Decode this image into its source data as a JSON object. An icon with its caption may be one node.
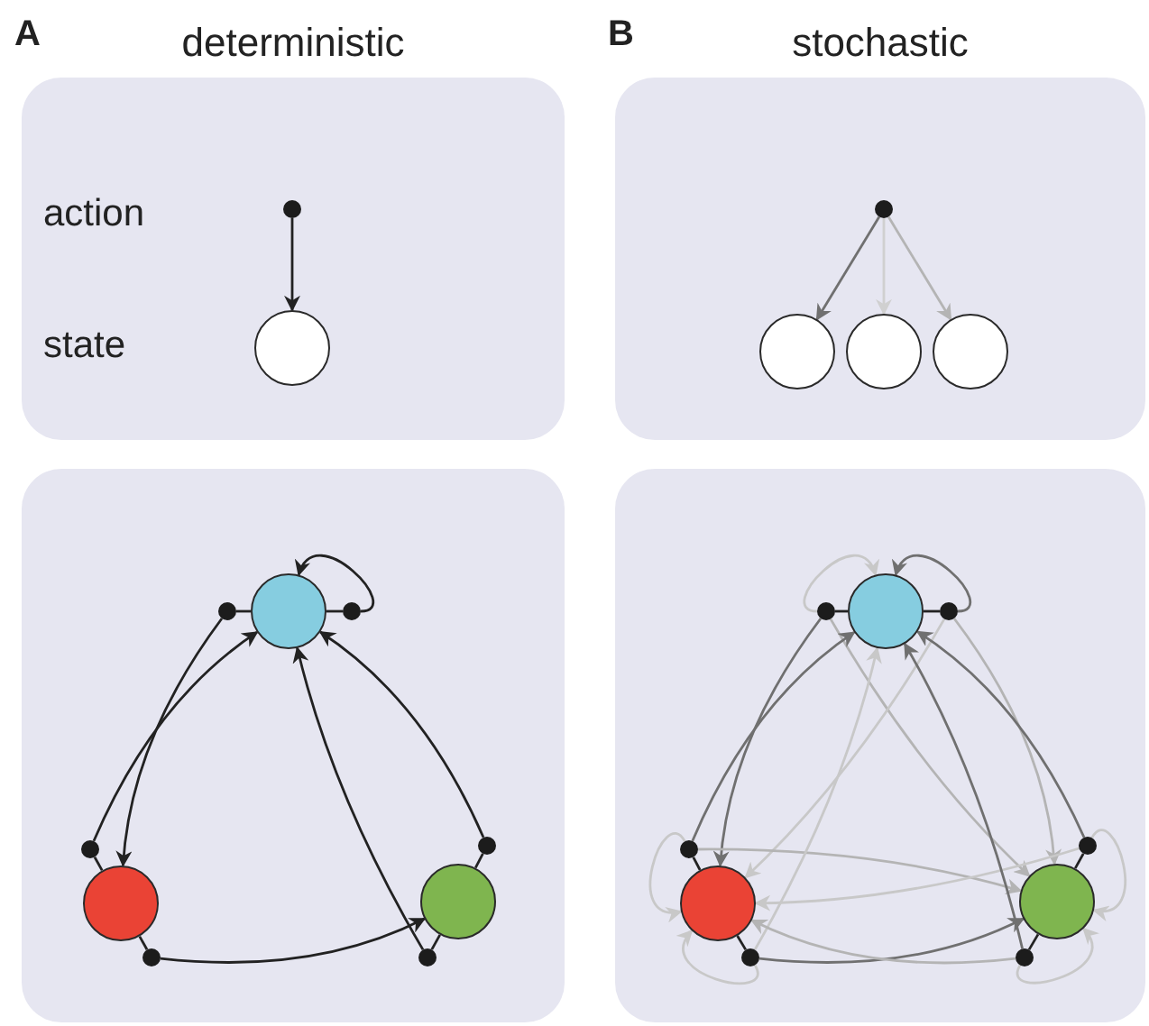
{
  "diagram": {
    "nodes": [
      {
        "text": [
          "deterministic"
        ]
      },
      {
        "text": [],
        "shape": "circle",
        "in": 0
      },
      {
        "text": [],
        "shape": "circle",
        "in": 0
      },
      {
        "text": [
          "stochastic"
        ]
      },
      {
        "text": [],
        "shape": "circle",
        "in": 3
      },
      {
        "text": [],
        "shape": "circle",
        "in": 3
      },
      {
        "text": [],
        "shape": "circle",
        "in": 3
      },
      {
        "text": [],
        "shape": "circle",
        "in": 3
      },
      {
        "text": [],
        "shape": "box"
      },
      {
        "text": [],
        "shape": "circle",
        "in": 8
      },
      {
        "text": [],
        "shape": "circle",
        "in": 8
      },
      {
        "text": [],
        "shape": "circle",
        "in": 8
      },
      {
        "text": [],
        "shape": "circle",
        "in": 8
      },
      {
        "text": [],
        "shape": "circle",
        "in": 8
      },
      {
        "text": [],
        "shape": "circle",
        "in": 8
      },
      {
        "text": [],
        "shape": "circle",
        "in": 8
      },
      {
        "text": [],
        "shape": "circle",
        "in": 8
      },
      {
        "text": [],
        "shape": "circle",
        "in": 8
      },
      {
        "text": [],
        "shape": "box"
      },
      {
        "text": [],
        "shape": "circle",
        "in": 18
      },
      {
        "text": [],
        "shape": "circle",
        "in": 18
      },
      {
        "text": [],
        "shape": "circle",
        "in": 18
      },
      {
        "text": [],
        "shape": "circle",
        "in": 18
      },
      {
        "text": [],
        "shape": "circle",
        "in": 18
      },
      {
        "text": [],
        "shape": "circle",
        "in": 18
      },
      {
        "text": [],
        "shape": "circle",
        "in": 18
      },
      {
        "text": [],
        "shape": "circle",
        "in": 18
      },
      {
        "text": [],
        "shape": "circle",
        "in": 18
      }
    ],
    "edges": [
      {
        "from": 1,
        "to": 2,
        "arrow": "to"
      },
      {
        "from": 4,
        "to": 5,
        "arrow": "to",
        "color": "#707070"
      },
      {
        "from": 4,
        "to": 6,
        "arrow": "to",
        "color": "#d0d0d0"
      },
      {
        "from": 4,
        "to": 7,
        "arrow": "to",
        "color": "#b4b4b4"
      },
      {
        "from": 9,
        "to": 12,
        "arrow": "none"
      },
      {
        "from": 9,
        "to": 13,
        "arrow": "none"
      },
      {
        "from": 10,
        "to": 14,
        "arrow": "none"
      },
      {
        "from": 10,
        "to": 15,
        "arrow": "none"
      },
      {
        "from": 11,
        "to": 16,
        "arrow": "none"
      },
      {
        "from": 11,
        "to": 17,
        "arrow": "none"
      },
      {
        "from": 13,
        "to": 9,
        "arrow": "to"
      },
      {
        "from": 12,
        "to": 10,
        "arrow": "to"
      },
      {
        "from": 14,
        "to": 9,
        "arrow": "to"
      },
      {
        "from": 15,
        "to": 11,
        "arrow": "to"
      },
      {
        "from": 16,
        "to": 9,
        "arrow": "to"
      },
      {
        "from": 17,
        "to": 9,
        "arrow": "to"
      },
      {
        "from": 19,
        "to": 22,
        "arrow": "none"
      },
      {
        "from": 19,
        "to": 23,
        "arrow": "none"
      },
      {
        "from": 20,
        "to": 24,
        "arrow": "none"
      },
      {
        "from": 20,
        "to": 25,
        "arrow": "none"
      },
      {
        "from": 21,
        "to": 26,
        "arrow": "none"
      },
      {
        "from": 21,
        "to": 27,
        "arrow": "none"
      },
      {
        "from": 22,
        "to": 19,
        "arrow": "to",
        "color": "#c8c8c8"
      },
      {
        "from": 22,
        "to": 20,
        "arrow": "to",
        "color": "#707070"
      },
      {
        "from": 22,
        "to": 21,
        "arrow": "to",
        "color": "#b4b4b4"
      },
      {
        "from": 23,
        "to": 19,
        "arrow": "to",
        "color": "#707070"
      },
      {
        "from": 23,
        "to": 20,
        "arrow": "to",
        "color": "#c8c8c8"
      },
      {
        "from": 23,
        "to": 21,
        "arrow": "to",
        "color": "#b4b4b4"
      },
      {
        "from": 24,
        "to": 19,
        "arrow": "to",
        "color": "#707070"
      },
      {
        "from": 24,
        "to": 20,
        "arrow": "to",
        "color": "#c8c8c8"
      },
      {
        "from": 24,
        "to": 21,
        "arrow": "to",
        "color": "#b4b4b4"
      },
      {
        "from": 25,
        "to": 19,
        "arrow": "to",
        "color": "#c8c8c8"
      },
      {
        "from": 25,
        "to": 20,
        "arrow": "to",
        "color": "#c8c8c8"
      },
      {
        "from": 25,
        "to": 21,
        "arrow": "to",
        "color": "#707070"
      },
      {
        "from": 26,
        "to": 19,
        "arrow": "to",
        "color": "#707070"
      },
      {
        "from": 26,
        "to": 20,
        "arrow": "to",
        "color": "#c8c8c8"
      },
      {
        "from": 26,
        "to": 21,
        "arrow": "to",
        "color": "#c8c8c8"
      },
      {
        "from": 27,
        "to": 19,
        "arrow": "to",
        "color": "#707070"
      },
      {
        "from": 27,
        "to": 20,
        "arrow": "to",
        "color": "#b4b4b4"
      },
      {
        "from": 27,
        "to": 21,
        "arrow": "to",
        "color": "#c8c8c8"
      }
    ],
    "labels": [
      "A",
      "B",
      "action",
      "state"
    ]
  }
}
